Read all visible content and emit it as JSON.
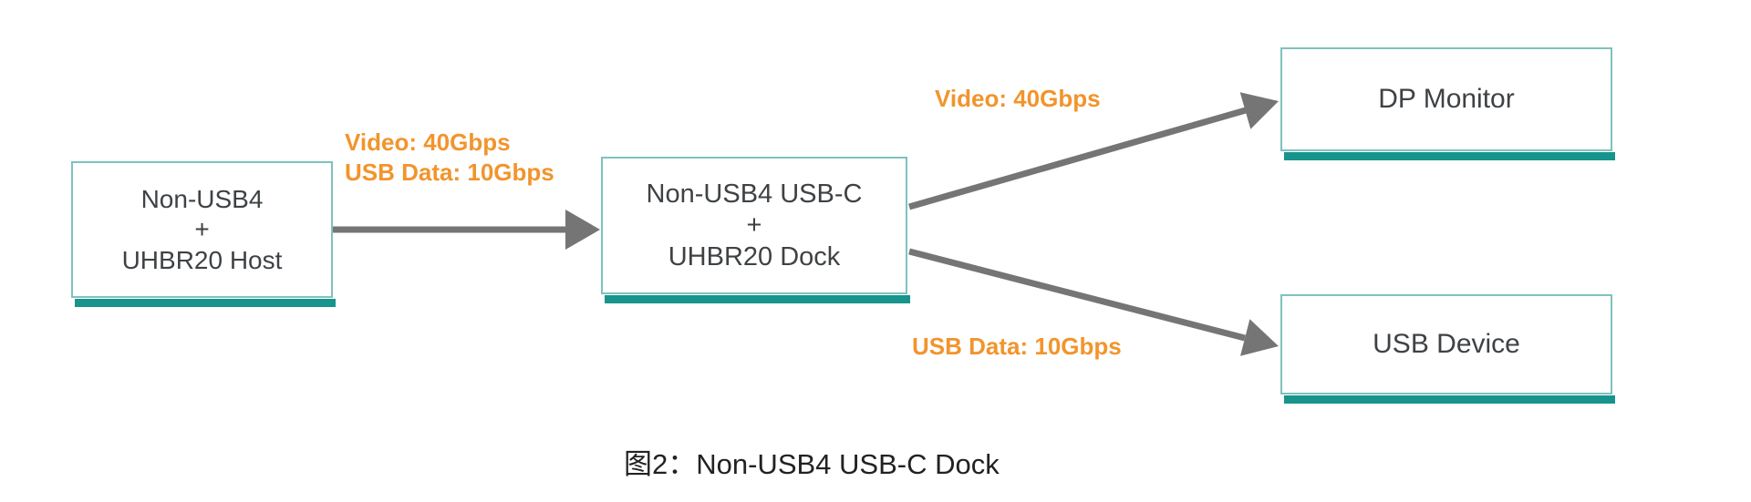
{
  "diagram": {
    "title_caption": "图2：Non-USB4 USB-C Dock",
    "colors": {
      "node_border_teal": "#7EC2BD",
      "node_bottom_bar_teal": "#17948C",
      "edge_label_orange": "#F2942C",
      "arrow_gray": "#757575",
      "node_text": "#3F4245",
      "caption_text": "#222222",
      "background": "#FFFFFF"
    },
    "nodes": {
      "host": {
        "line1": "Non-USB4",
        "line2": "+",
        "line3": "UHBR20 Host"
      },
      "dock": {
        "line1": "Non-USB4 USB-C",
        "line2": "+",
        "line3": "UHBR20 Dock"
      },
      "monitor": {
        "label": "DP Monitor"
      },
      "usb": {
        "label": "USB Device"
      }
    },
    "edges": {
      "host_to_dock": {
        "label_line1": "Video: 40Gbps",
        "label_line2": "USB Data: 10Gbps",
        "from": "Non-USB4 + UHBR20 Host",
        "to": "Non-USB4 USB-C + UHBR20 Dock"
      },
      "dock_to_monitor": {
        "label": "Video: 40Gbps",
        "from": "Non-USB4 USB-C + UHBR20 Dock",
        "to": "DP Monitor"
      },
      "dock_to_usb": {
        "label": "USB Data: 10Gbps",
        "from": "Non-USB4 USB-C + UHBR20 Dock",
        "to": "USB Device"
      }
    }
  }
}
